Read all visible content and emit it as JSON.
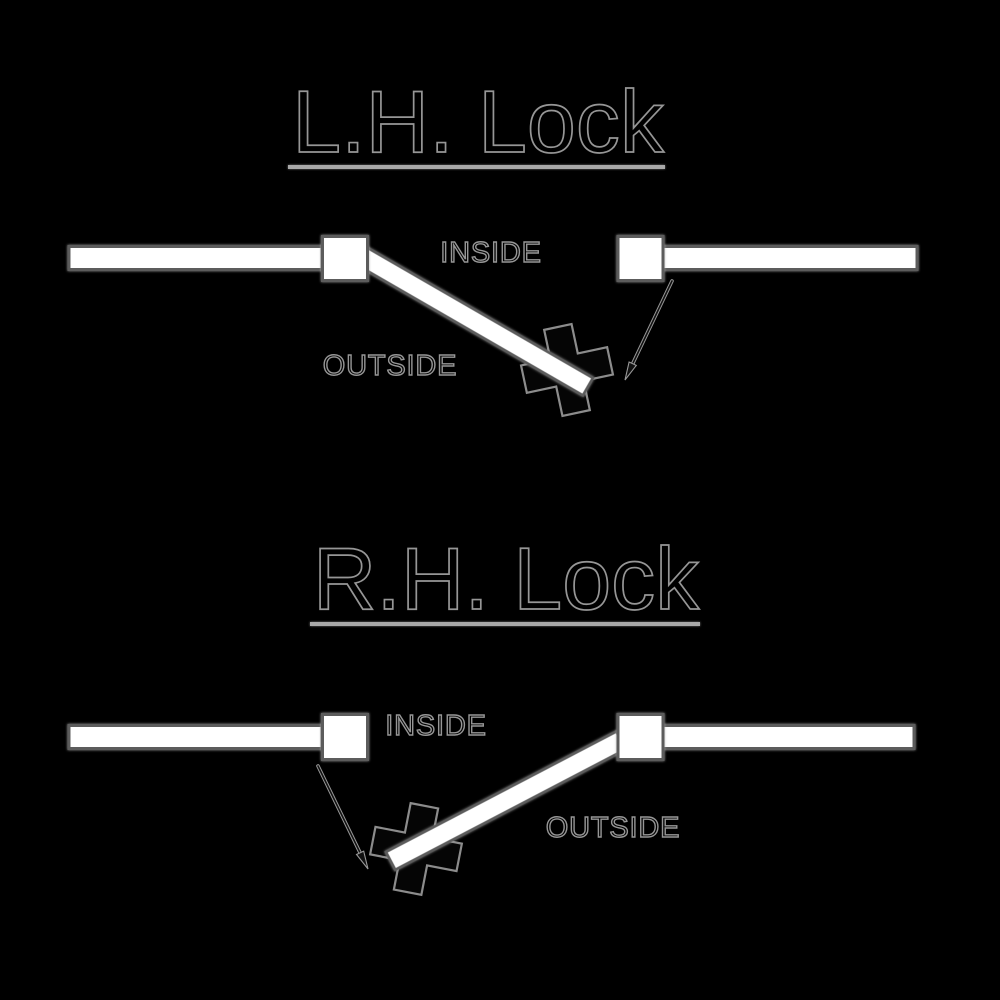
{
  "colors": {
    "bg": "#000000",
    "shapeFill": "#ffffff",
    "shapeStroke": "#5c5c5c",
    "lockFill": "#050505",
    "lockStroke": "#8c8c8c",
    "textFill": "#000000",
    "textStroke": "#969696",
    "underline": "#a8a8a8",
    "arrow": "#999999",
    "arrowCore": "#111111"
  },
  "sections": [
    {
      "title": "L.H. Lock",
      "inside_label": "INSIDE",
      "outside_label": "OUTSIDE"
    },
    {
      "title": "R.H. Lock",
      "inside_label": "INSIDE",
      "outside_label": "OUTSIDE"
    }
  ]
}
